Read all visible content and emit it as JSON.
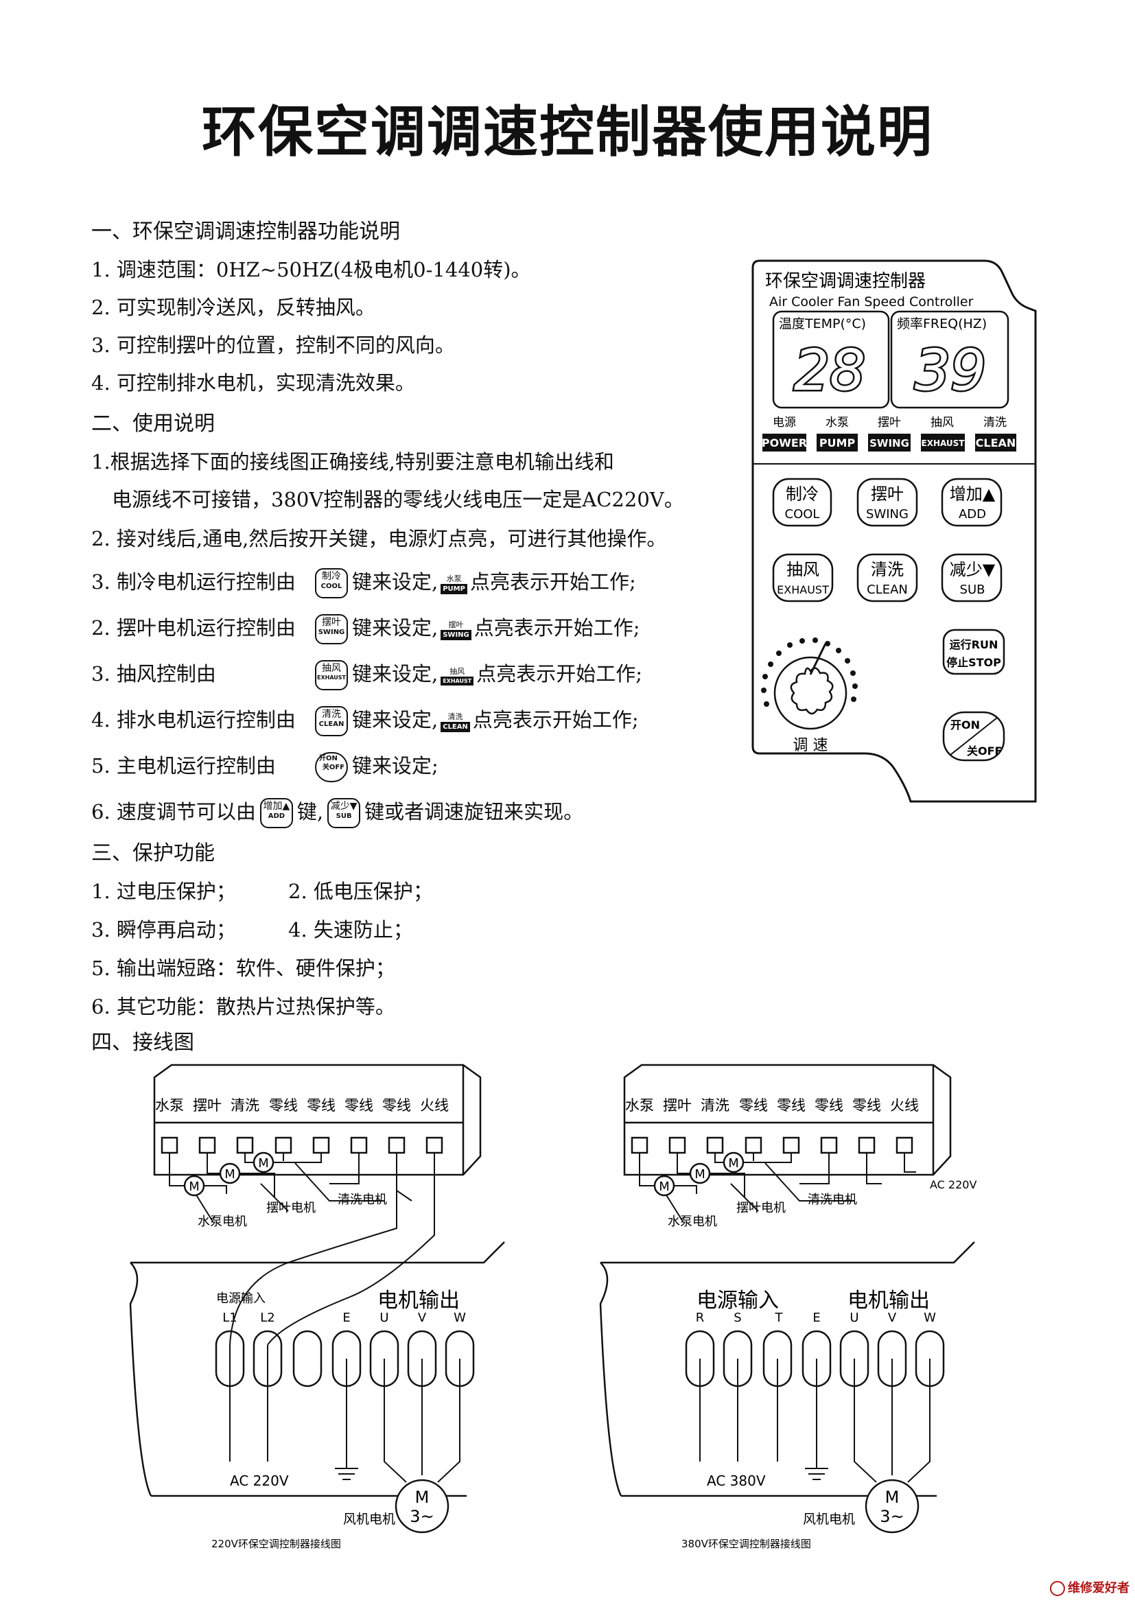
{
  "title": "环保空调调速控制器使用说明",
  "s1": {
    "heading": "一、环保空调调速控制器功能说明",
    "items": [
      "1. 调速范围：0HZ~50HZ(4极电机0-1440转)。",
      "2. 可实现制冷送风，反转抽风。",
      "3. 可控制摆叶的位置，控制不同的风向。",
      "4. 可控制排水电机，实现清洗效果。"
    ]
  },
  "s2": {
    "heading": "二、使用说明",
    "i1a": "1.根据选择下面的接线图正确接线,特别要注意电机输出线和",
    "i1b": "电源线不可接错，380V控制器的零线火线电压一定是AC220V。",
    "i2": "2. 接对线后,通电,然后按开关键，电源灯点亮，可进行其他操作。",
    "r3_pre": "3. 制冷电机运行控制由",
    "r4_pre": "2. 摆叶电机运行控制由",
    "r5_pre": "3. 抽风控制由",
    "r6_pre": "4. 排水电机运行控制由",
    "r7_pre": "5. 主电机运行控制由",
    "mid": "键来设定,",
    "post": "点亮表示开始工作;",
    "r7_post": "键来设定;",
    "r8_pre": "6. 速度调节可以由",
    "r8_mid": "键,",
    "r8_post": "键或者调速旋钮来实现。"
  },
  "s3": {
    "heading": "三、保护功能",
    "p1": "1. 过电压保护；",
    "p2": "2. 低电压保护；",
    "p3": "3. 瞬停再启动；",
    "p4": "4. 失速防止；",
    "p5": "5. 输出端短路：软件、硬件保护；",
    "p6": "6. 其它功能：散热片过热保护等。"
  },
  "s4": {
    "heading": "四、接线图"
  },
  "keys": {
    "cool_cn": "制冷",
    "cool_en": "COOL",
    "swing_cn": "摆叶",
    "swing_en": "SWING",
    "exhaust_cn": "抽风",
    "exhaust_en": "EXHAUST",
    "clean_cn": "清洗",
    "clean_en": "CLEAN",
    "add_cn": "增加▲",
    "add_en": "ADD",
    "sub_cn": "减少▼",
    "sub_en": "SUB",
    "on": "开ON",
    "off": "关OFF",
    "run": "运行RUN",
    "stop": "停止STOP"
  },
  "indicators": {
    "power_cn": "电源",
    "power_en": "POWER",
    "pump_cn": "水泵",
    "pump_en": "PUMP",
    "swing_cn": "摆叶",
    "swing_en": "SWING",
    "exhaust_cn": "抽风",
    "exhaust_en": "EXHAUST",
    "clean_cn": "清洗",
    "clean_en": "CLEAN"
  },
  "panel": {
    "title_cn": "环保空调调速控制器",
    "title_en": "Air Cooler Fan Speed Controller",
    "temp_label": "温度TEMP(°C)",
    "freq_label": "频率FREQ(HZ)",
    "temp_value": "28",
    "freq_value": "39",
    "knob_label": "调  速"
  },
  "wiring": {
    "terminals": [
      "水泵",
      "摆叶",
      "清洗",
      "零线",
      "零线",
      "零线",
      "零线",
      "火线"
    ],
    "pump_motor": "水泵电机",
    "swing_motor": "摆叶电机",
    "clean_motor": "清洗电机",
    "motor_sym": "M",
    "fan_motor": "风机电机",
    "motor3_m": "M",
    "motor3_phase": "3~",
    "power_in": "电源输入",
    "motor_out": "电机输出",
    "left": {
      "labels": [
        "L1",
        "L2",
        "",
        "E",
        "U",
        "V",
        "W"
      ],
      "supply": "AC  220V",
      "caption": "220V环保空调控制器接线图"
    },
    "right": {
      "labels": [
        "R",
        "S",
        "T",
        "E",
        "U",
        "V",
        "W"
      ],
      "supply": "AC  380V",
      "ac220": "AC  220V",
      "caption": "380V环保空调控制器接线图"
    }
  },
  "watermark": "维修爱好者"
}
